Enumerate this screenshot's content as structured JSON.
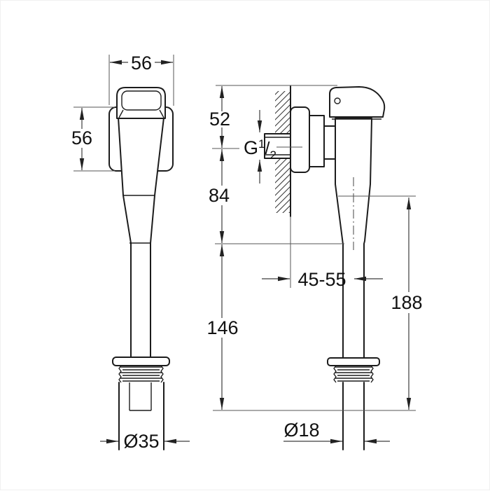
{
  "drawing": {
    "type": "technical-dimension-drawing",
    "subject": "urinal flush valve, front and side views",
    "colors": {
      "background": "#ffffff",
      "outline": "#1c1c1c",
      "dimension_lines": "#3d3d3d",
      "text": "#111111"
    },
    "front_view": {
      "top_width": "56",
      "body_height": "56",
      "outlet_diameter": "Ø35"
    },
    "side_view": {
      "cap_to_inlet_center": "52",
      "thread_label": {
        "prefix": "G",
        "numerator": "1",
        "slash": "/",
        "denominator": "2"
      },
      "inlet_center_to_cone_base": "84",
      "wall_to_pipe_center": "45-55",
      "pipe_length": "146",
      "overall_drop": "188",
      "pipe_diameter": "Ø18"
    }
  }
}
